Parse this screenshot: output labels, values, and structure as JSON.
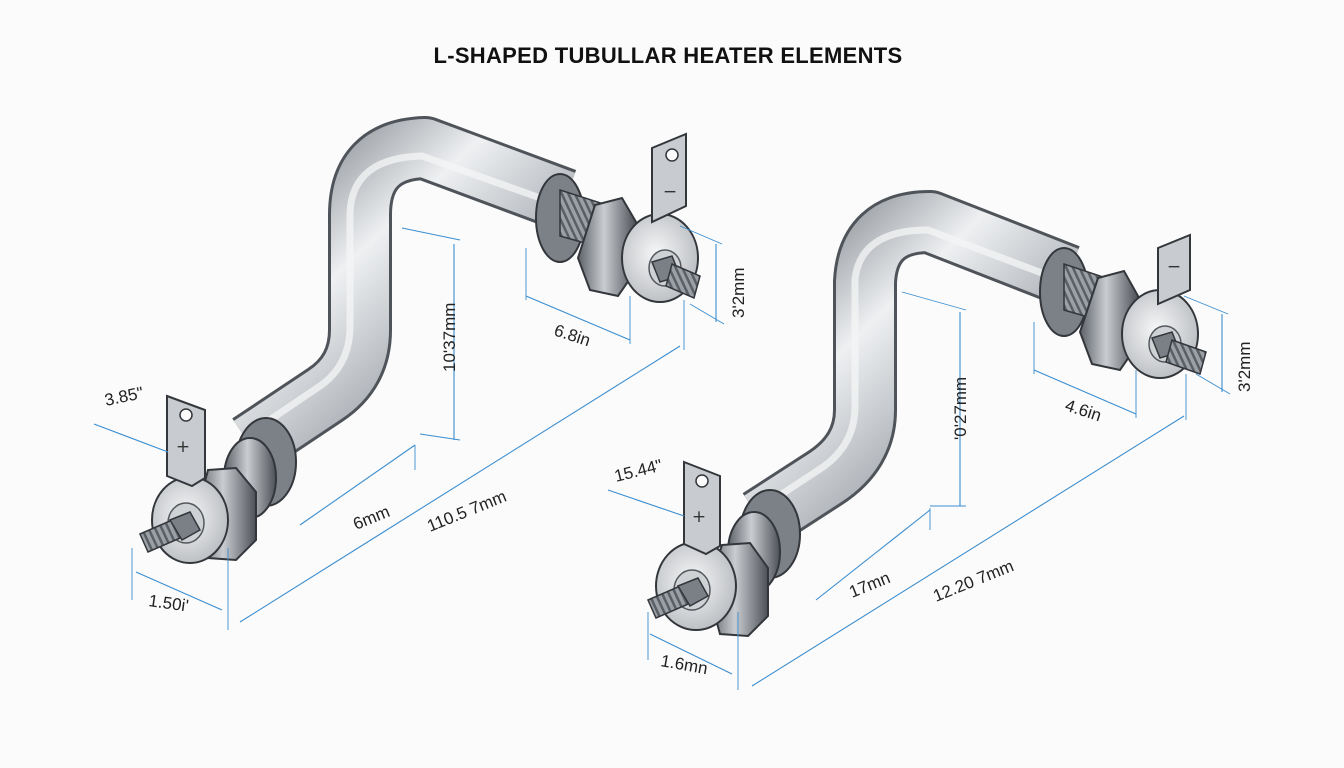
{
  "title": "L-SHAPED TUBULLAR HEATER ELEMENTS",
  "colors": {
    "tube": "#a9adb3",
    "tube_highlight": "#eef0f2",
    "tube_shadow": "#5f646b",
    "washer": "#e4e6e8",
    "dimension": "#3b8ed0",
    "background": "#fbfbfb"
  },
  "elements": [
    {
      "terminal_marks": {
        "front": "+",
        "rear": "−"
      },
      "dimensions": {
        "terminal_width": "3.85\"",
        "stud_length": "1.50i'",
        "tube_segment": "6mm",
        "overall_length": "110.5 7mm",
        "vertical_rise": "10'37mm",
        "rear_offset": "6.8in",
        "rear_diameter": "3'2mm"
      }
    },
    {
      "terminal_marks": {
        "front": "+",
        "rear": "−"
      },
      "dimensions": {
        "terminal_width": "15.44\"",
        "stud_length": "1.6mn",
        "tube_segment": "17mn",
        "overall_length": "12.20 7mm",
        "vertical_rise": "'0'27mm",
        "rear_offset": "4.6in",
        "rear_diameter": "3'2mm"
      }
    }
  ]
}
